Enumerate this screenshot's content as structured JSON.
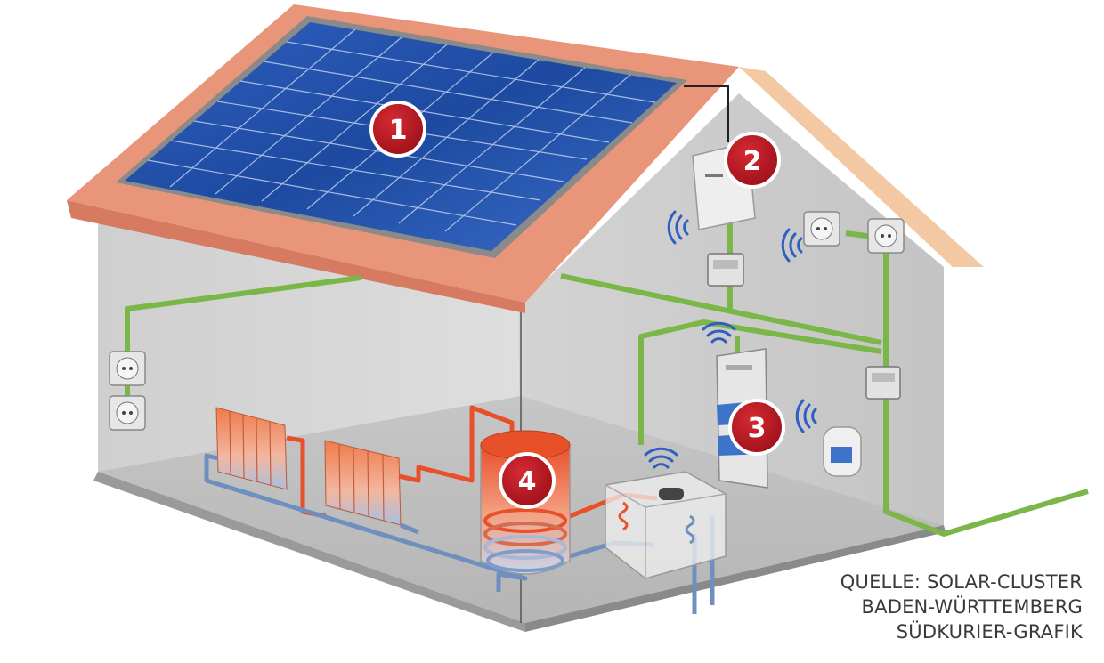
{
  "badges": [
    {
      "number": "1"
    },
    {
      "number": "2"
    },
    {
      "number": "3"
    },
    {
      "number": "4"
    }
  ],
  "credit": {
    "line1": "QUELLE: SOLAR-CLUSTER",
    "line2": "BADEN-WÜRTTEMBERG",
    "line3": "SÜDKURIER-GRAFIK"
  },
  "colors": {
    "badge_red": "#b4161f",
    "cable_green": "#7ab648",
    "roof_orange": "#e8957a",
    "panel_blue": "#1f4fa8",
    "hot_pipe": "#e8502a",
    "cold_pipe": "#6f8fbf"
  }
}
